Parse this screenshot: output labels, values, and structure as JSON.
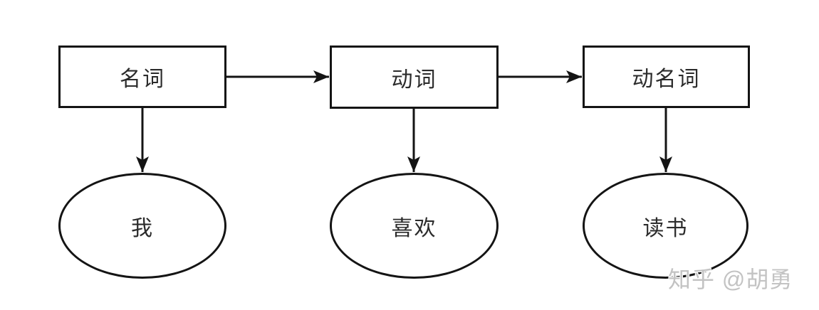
{
  "diagram": {
    "background_color": "#ffffff",
    "line_color": "#141414",
    "text_color": "#2b2b2b",
    "nodes": {
      "boxes": [
        {
          "id": "noun",
          "shape": "rectangle",
          "label": "名词"
        },
        {
          "id": "verb",
          "shape": "rectangle",
          "label": "动词"
        },
        {
          "id": "gerund",
          "shape": "rectangle",
          "label": "动名词"
        }
      ],
      "ellipses": [
        {
          "id": "i",
          "shape": "ellipse",
          "label": "我"
        },
        {
          "id": "like",
          "shape": "ellipse",
          "label": "喜欢"
        },
        {
          "id": "read",
          "shape": "ellipse",
          "label": "读书"
        }
      ]
    },
    "edges": [
      {
        "from": "名词",
        "to": "动词",
        "direction": "right"
      },
      {
        "from": "动词",
        "to": "动名词",
        "direction": "right"
      },
      {
        "from": "名词",
        "to": "我",
        "direction": "down"
      },
      {
        "from": "动词",
        "to": "喜欢",
        "direction": "down"
      },
      {
        "from": "动名词",
        "to": "读书",
        "direction": "down"
      }
    ],
    "watermark": "知乎 @胡勇"
  }
}
